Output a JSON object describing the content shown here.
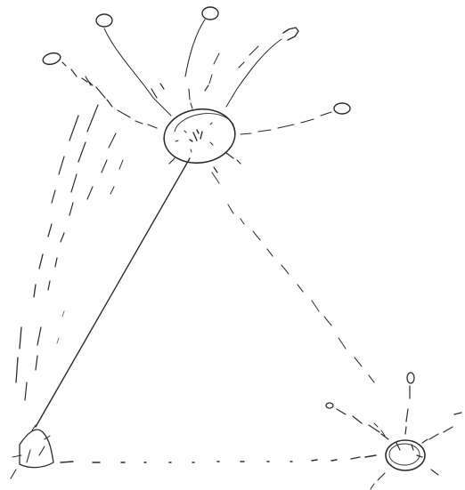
{
  "sketch": {
    "ink_color": "#2b2b2b",
    "faint_ink_color": "#7a7a7a",
    "background": "#ffffff",
    "nodes": [
      {
        "id": "upper",
        "satellites": 6
      },
      {
        "id": "lower-right",
        "satellites": 3
      },
      {
        "id": "lower-left",
        "satellites": 0
      }
    ],
    "edges": [
      {
        "from": "upper",
        "to": "lower-left",
        "style": "solid"
      },
      {
        "from": "upper",
        "to": "lower-right",
        "style": "dashed"
      },
      {
        "from": "lower-left",
        "to": "lower-right",
        "style": "dotted"
      }
    ]
  }
}
